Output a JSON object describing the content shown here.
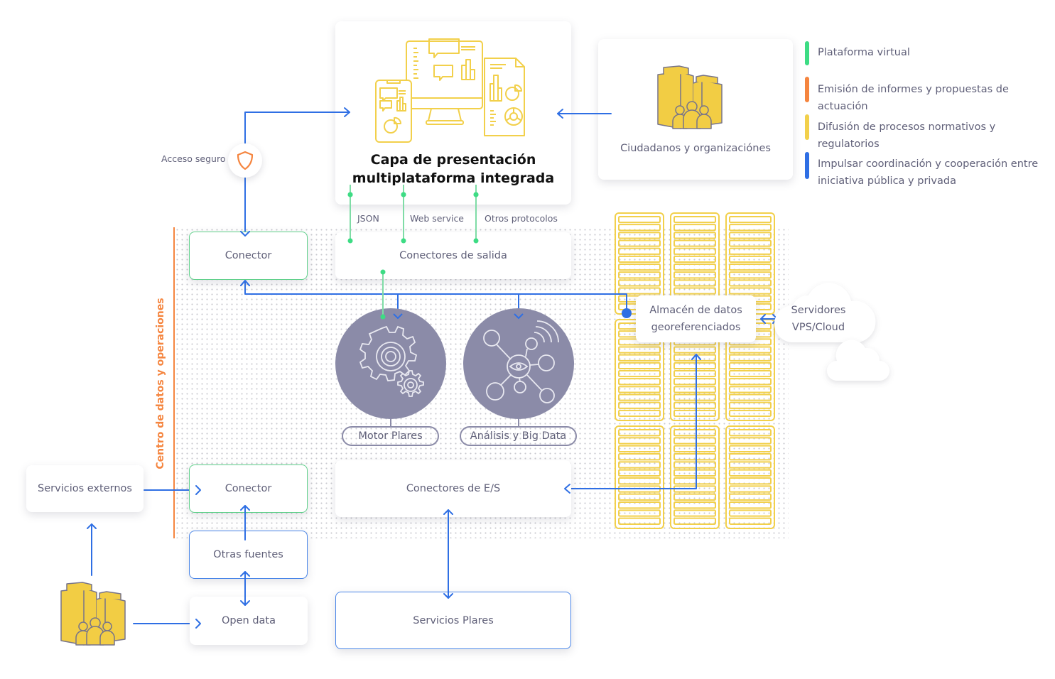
{
  "presentation": {
    "title_line1": "Capa de presentación",
    "title_line2": "multiplataforma integrada",
    "icon": "multi-device-dashboard-icon"
  },
  "citizens": {
    "label": "Ciudadanos y organizaciónes",
    "icon": "buildings-people-icon"
  },
  "legend": [
    {
      "label": "Plataforma virtual",
      "color": "#3ddc84"
    },
    {
      "label": "Emisión de informes y propuestas de actuación",
      "color": "#f5853f"
    },
    {
      "label": "Difusión de procesos normativos y regulatorios",
      "color": "#f2d04b"
    },
    {
      "label_line1": "Impulsar coordinación y cooperación entre",
      "label_line2": "iniciativa pública y privada",
      "color": "#2f6fe4"
    }
  ],
  "secure_access": {
    "label": "Acceso seguro",
    "icon": "shield-icon",
    "color": "#f5853f"
  },
  "protocols": [
    "JSON",
    "Web service",
    "Otros protocolos"
  ],
  "ops_center": {
    "label": "Centro de datos y operaciones",
    "color": "#f5853f"
  },
  "nodes": {
    "connector_top": "Conector",
    "output_connectors": "Conectores de salida",
    "engine": "Motor Plares",
    "analytics": "Análisis y Big Data",
    "store_line1": "Almacén de datos",
    "store_line2": "georeferenciados",
    "servers_line1": "Servidores",
    "servers_line2": "VPS/Cloud",
    "external_services": "Servicios externos",
    "connector_bottom": "Conector",
    "io_connectors": "Conectores de E/S",
    "other_sources": "Otras fuentes",
    "open_data": "Open data",
    "plares_services": "Servicios Plares"
  },
  "colors": {
    "arrow_blue": "#2f6fe4",
    "green": "#3ddc84",
    "yellow": "#f2d04b",
    "purple_gray": "#8b8ba8",
    "orange": "#f5853f"
  }
}
